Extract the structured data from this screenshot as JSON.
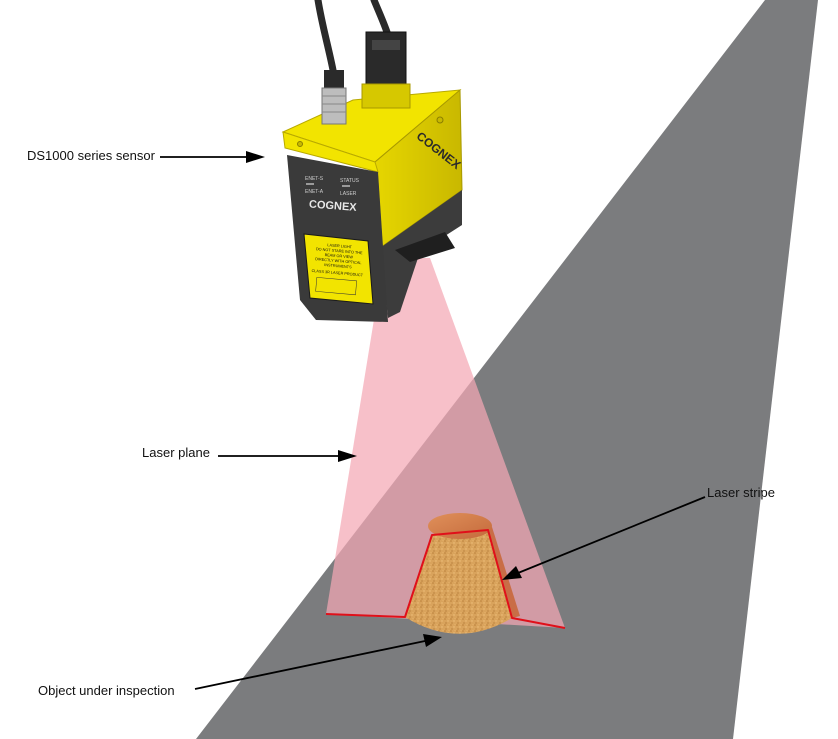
{
  "callouts": {
    "sensor": "DS1000 series sensor",
    "laser_plane": "Laser plane",
    "laser_stripe": "Laser stripe",
    "object": "Object under inspection"
  },
  "sensor": {
    "front_brand": "COGNEX",
    "side_brand": "COGNEX",
    "led_labels": [
      "ENET-S",
      "STATUS",
      "ENET-A",
      "LASER"
    ],
    "warning_label": {
      "line1": "LASER LIGHT",
      "line2": "DO NOT STARE INTO THE",
      "line3": "BEAM OR VIEW",
      "line4": "DIRECTLY WITH OPTICAL",
      "line5": "INSTRUMENTS",
      "line6": "CLASS 3R LASER PRODUCT"
    }
  },
  "colors": {
    "belt": "#7b7c7e",
    "housing_yellow": "#f2e400",
    "housing_dark": "#3a3a3a",
    "laser_plane": "#f4a7b4",
    "laser_stripe": "#e0101a",
    "object_cork": "#d9a35c",
    "arrow": "#000000"
  }
}
